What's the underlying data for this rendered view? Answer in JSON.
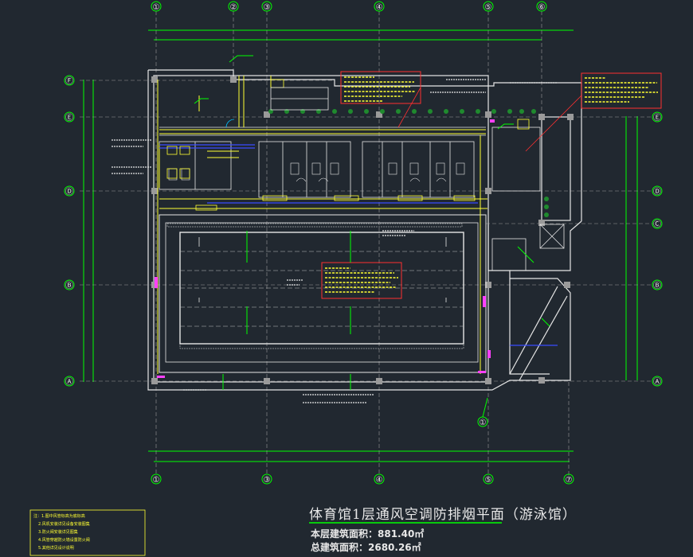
{
  "drawing": {
    "title": "体育馆1层通风空调防排烟平面（游泳馆）",
    "floor_area": "本层建筑面积：881.40㎡",
    "total_area": "总建筑面积：2680.26㎡"
  },
  "grid_axes": {
    "top": [
      "①",
      "②",
      "③",
      "④",
      "⑤",
      "⑥"
    ],
    "bottom": [
      "①",
      "③",
      "④",
      "⑤",
      "⑦"
    ],
    "left": [
      "Ⓕ",
      "Ⓔ",
      "Ⓓ",
      "Ⓑ",
      "Ⓐ"
    ],
    "right": [
      "Ⓔ",
      "Ⓓ",
      "Ⓒ",
      "Ⓑ",
      "Ⓐ"
    ],
    "diagonal": "①"
  },
  "legend_notes": [
    "注：1.图中风管标高为底标高",
    "2.风机安装详见设备安装图集",
    "3.防火阀安装详见图集",
    "4.风管穿越防火墙设置防火阀",
    "5.其他详见设计说明"
  ],
  "colors": {
    "background": "#212830",
    "axis": "#00ff00",
    "wall": "#e6e6e6",
    "duct": "#ffff33",
    "callout_border": "#ff3030",
    "pipe": "#3a4cff",
    "accent": "#ff40ff"
  }
}
